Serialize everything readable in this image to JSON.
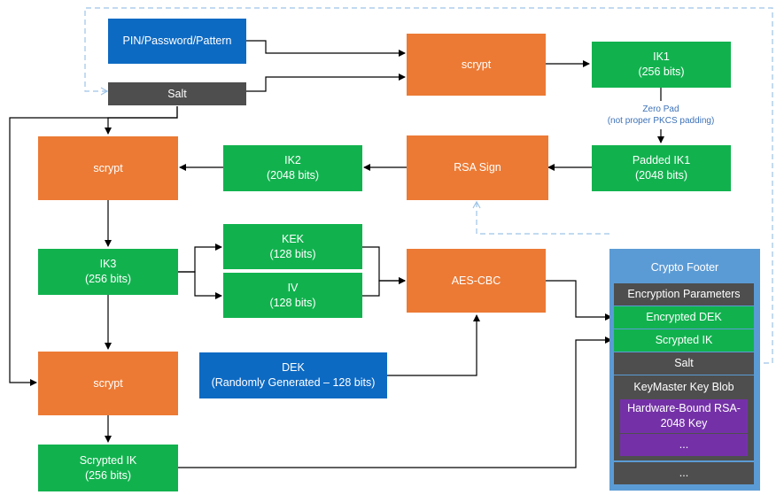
{
  "inputs": {
    "pin": "PIN/Password/Pattern",
    "salt": "Salt",
    "dek": "DEK\n(Randomly Generated – 128 bits)"
  },
  "operations": {
    "scrypt": "scrypt",
    "rsa_sign": "RSA Sign",
    "aes_cbc": "AES-CBC"
  },
  "keys": {
    "ik1": "IK1\n(256 bits)",
    "padded_ik1": "Padded IK1\n(2048 bits)",
    "ik2": "IK2\n(2048 bits)",
    "ik3": "IK3\n(256 bits)",
    "kek": "KEK\n(128 bits)",
    "iv": "IV\n(128 bits)",
    "scrypted_ik": "Scrypted IK\n(256 bits)"
  },
  "annotation": {
    "zero_pad": "Zero Pad\n(not proper PKCS padding)"
  },
  "footer": {
    "title": "Crypto Footer",
    "fields": {
      "encryption_parameters": "Encryption Parameters",
      "encrypted_dek": "Encrypted DEK",
      "scrypted_ik": "Scrypted IK",
      "salt": "Salt",
      "keymaster_blob": "KeyMaster Key Blob",
      "hardware_bound_key": "Hardware-Bound RSA-\n2048 Key",
      "blob_more": "...",
      "footer_more": "..."
    }
  },
  "colors": {
    "input": "#0d6ac3",
    "operation": "#ec7a34",
    "key": "#11b24e",
    "stored": "#4e4e4e",
    "hardware": "#7431a7",
    "footer": "#5b9bd5",
    "dashed_link": "#9dc3e6"
  }
}
